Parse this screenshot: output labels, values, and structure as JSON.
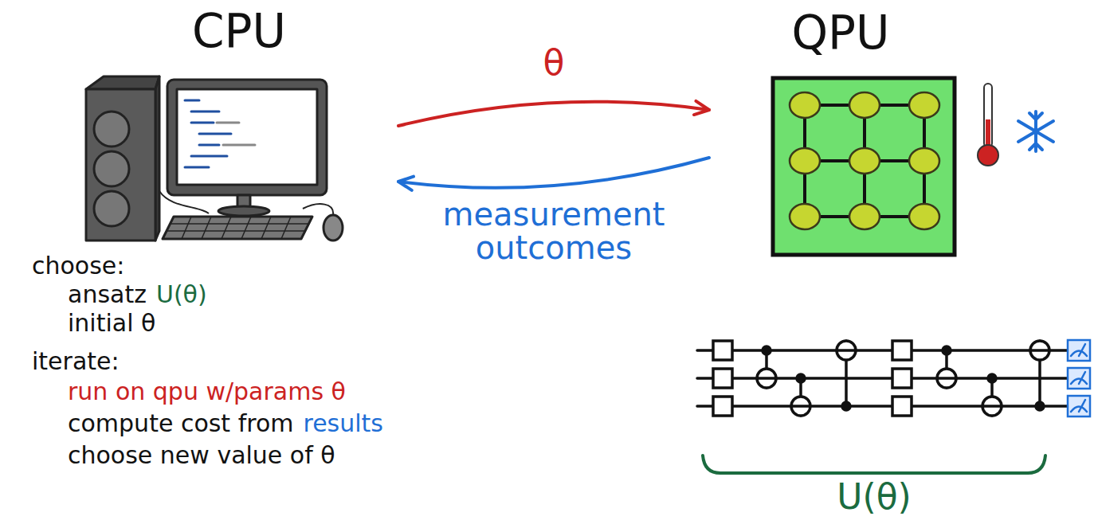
{
  "diagram": {
    "nodes": [
      {
        "text": [
          "CPU"
        ]
      },
      {
        "text": [
          "QPU"
        ]
      }
    ],
    "edges": [
      {
        "from": 0,
        "to": 1,
        "label": "θ",
        "arrow": "to"
      },
      {
        "from": 1,
        "to": 0,
        "label": "measurement outcomes",
        "arrow": "to"
      }
    ],
    "labels": [
      "choose:",
      "ansatz",
      "U(θ)",
      "initial θ",
      "iterate:",
      "run on qpu w/params θ",
      "compute cost from",
      "results",
      "choose new value of θ",
      "U(θ)"
    ]
  }
}
